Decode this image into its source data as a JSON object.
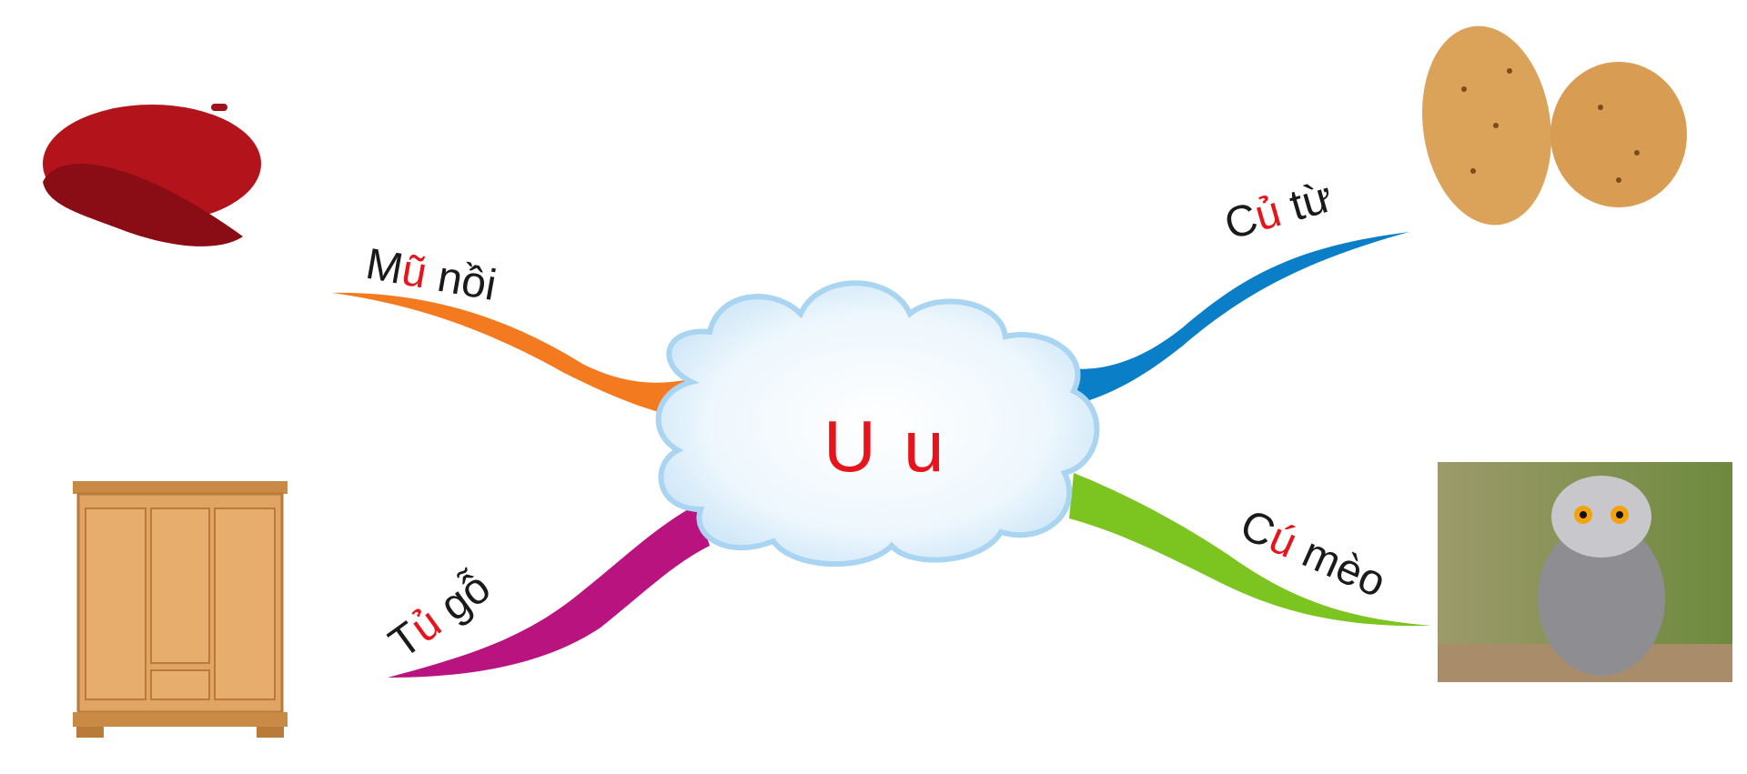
{
  "center": {
    "text": "U u",
    "color": "#e8141b"
  },
  "branches": [
    {
      "id": "mu-noi",
      "prefix": "M",
      "highlight": "ũ",
      "suffix": " nồi",
      "color": "#f47a1f",
      "image": "red-beret"
    },
    {
      "id": "cu-tu",
      "prefix": "C",
      "highlight": "ủ",
      "suffix": " từ",
      "color": "#0a7fc7",
      "image": "lesser-yam-tubers"
    },
    {
      "id": "tu-go",
      "prefix": "T",
      "highlight": "ủ",
      "suffix": " gỗ",
      "color": "#b8137f",
      "image": "wooden-wardrobe"
    },
    {
      "id": "cu-meo",
      "prefix": "C",
      "highlight": "ú",
      "suffix": " mèo",
      "color": "#7cc520",
      "image": "owl"
    }
  ]
}
